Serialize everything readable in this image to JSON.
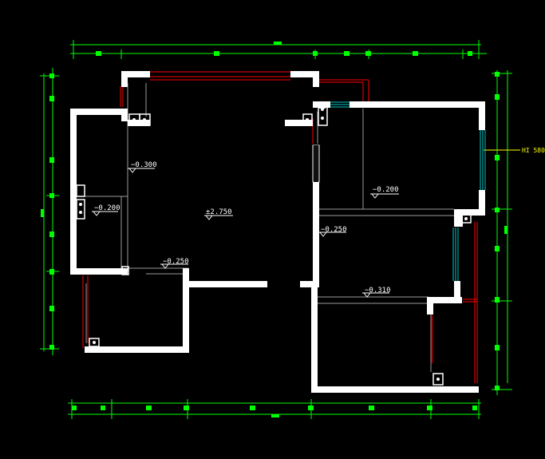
{
  "colors": {
    "background": "#000000",
    "wall": "#ffffff",
    "dimension": "#00ff00",
    "window": "#00c8c8",
    "railing": "#ff0000",
    "thin_line": "#9a9a9a",
    "leader": "#ffff00"
  },
  "levels": {
    "main_hall": "±2.750",
    "west_room": "−0.300",
    "west_closet": "−0.200",
    "corridor": "−0.250",
    "ne_room": "−0.200",
    "east_mid": "−0.250",
    "se_room": "−0.310"
  },
  "leader_label": "HI 580"
}
